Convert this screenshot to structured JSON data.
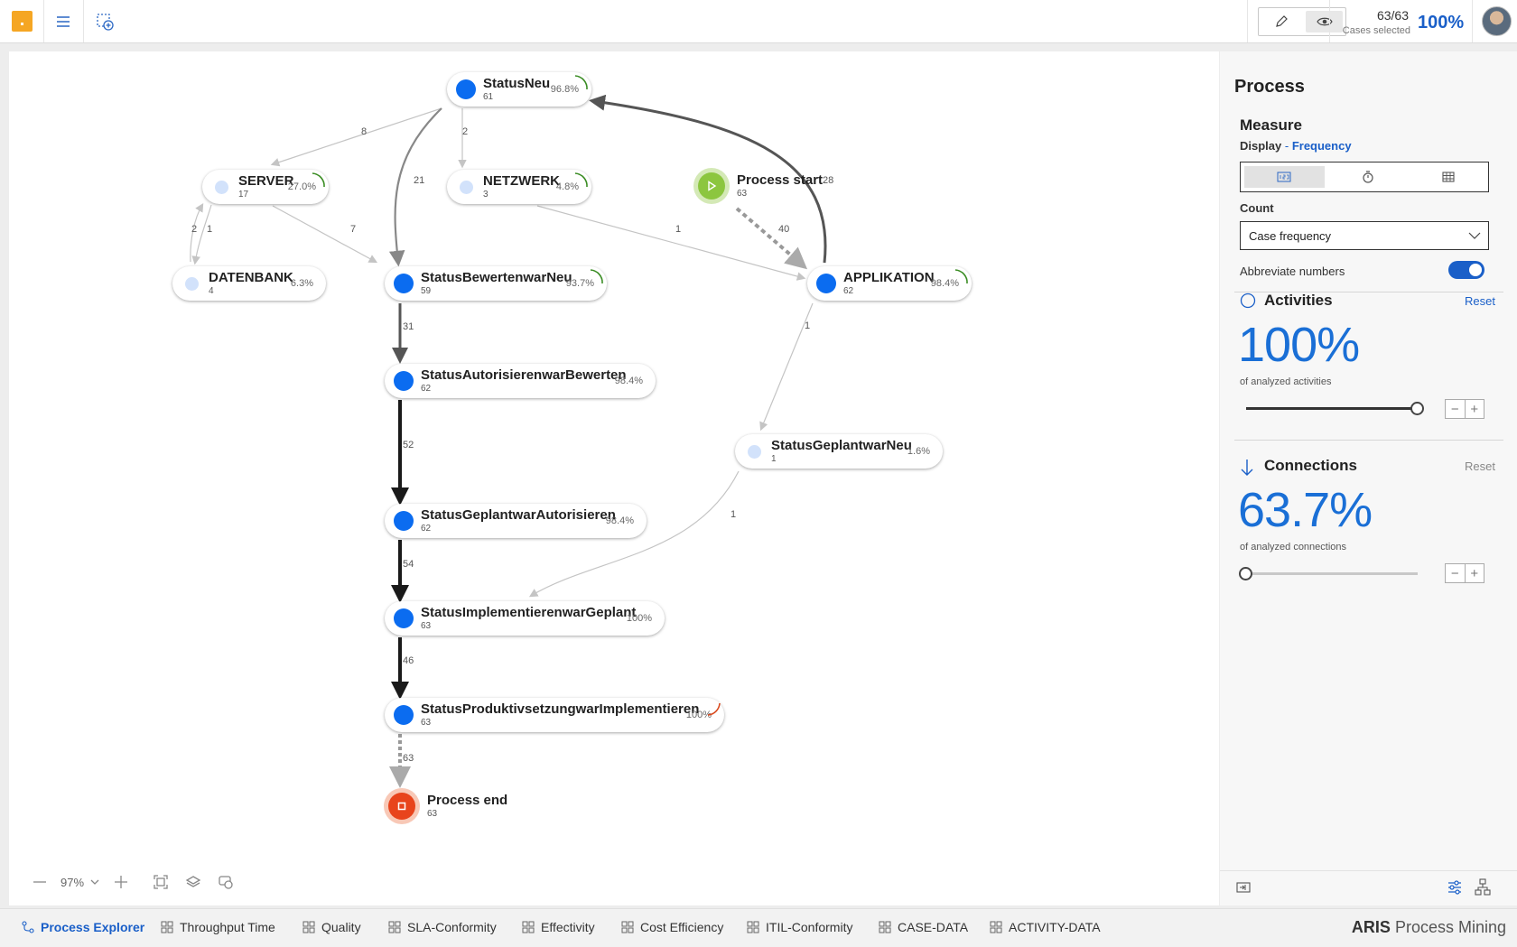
{
  "topbar": {
    "cases_count": "63/63",
    "cases_label": "Cases selected",
    "cases_percent": "100%"
  },
  "graph": {
    "nodes": [
      {
        "id": "StatusNeu",
        "name": "StatusNeu",
        "count": "61",
        "percent": "96.8%",
        "frequent": true
      },
      {
        "id": "SERVER",
        "name": "SERVER",
        "count": "17",
        "percent": "27.0%",
        "frequent": false
      },
      {
        "id": "NETZWERK",
        "name": "NETZWERK",
        "count": "3",
        "percent": "4.8%",
        "frequent": false
      },
      {
        "id": "DATENBANK",
        "name": "DATENBANK",
        "count": "4",
        "percent": "6.3%",
        "frequent": false
      },
      {
        "id": "StatusBewertenwarNeu",
        "name": "StatusBewertenwarNeu",
        "count": "59",
        "percent": "93.7%",
        "frequent": true
      },
      {
        "id": "APPLIKATION",
        "name": "APPLIKATION",
        "count": "62",
        "percent": "98.4%",
        "frequent": true
      },
      {
        "id": "StatusAutorisierenwarBewerten",
        "name": "StatusAutorisierenwarBewerten",
        "count": "62",
        "percent": "98.4%",
        "frequent": true
      },
      {
        "id": "StatusGeplantwarNeu",
        "name": "StatusGeplantwarNeu",
        "count": "1",
        "percent": "1.6%",
        "frequent": false
      },
      {
        "id": "StatusGeplantwarAutorisieren",
        "name": "StatusGeplantwarAutorisieren",
        "count": "62",
        "percent": "98.4%",
        "frequent": true
      },
      {
        "id": "StatusImplementierenwarGeplant",
        "name": "StatusImplementierenwarGeplant",
        "count": "63",
        "percent": "100%",
        "frequent": true
      },
      {
        "id": "StatusProduktivsetzungwarImplementieren",
        "name": "StatusProduktivsetzungwarImplementieren",
        "count": "63",
        "percent": "100%",
        "frequent": true
      }
    ],
    "process_start": {
      "name": "Process start",
      "count": "63"
    },
    "process_end": {
      "name": "Process end",
      "count": "63"
    },
    "edges": [
      {
        "from": "StatusNeu",
        "to": "SERVER",
        "label": "8"
      },
      {
        "from": "StatusNeu",
        "to": "NETZWERK",
        "label": "2"
      },
      {
        "from": "StatusNeu",
        "to": "StatusBewertenwarNeu",
        "label": "21"
      },
      {
        "from": "APPLIKATION",
        "to": "StatusNeu",
        "label": "28"
      },
      {
        "from": "Process start",
        "to": "APPLIKATION",
        "label": "40"
      },
      {
        "from": "DATENBANK",
        "to": "SERVER",
        "label": "2"
      },
      {
        "from": "SERVER",
        "to": "DATENBANK",
        "label": "1"
      },
      {
        "from": "SERVER",
        "to": "StatusBewertenwarNeu",
        "label": "7"
      },
      {
        "from": "NETZWERK",
        "to": "APPLIKATION",
        "label": "1"
      },
      {
        "from": "StatusBewertenwarNeu",
        "to": "StatusAutorisierenwarBewerten",
        "label": "31"
      },
      {
        "from": "APPLIKATION",
        "to": "StatusGeplantwarNeu",
        "label": "1"
      },
      {
        "from": "StatusAutorisierenwarBewerten",
        "to": "StatusGeplantwarAutorisieren",
        "label": "52"
      },
      {
        "from": "StatusGeplantwarNeu",
        "to": "StatusImplementierenwarGeplant",
        "label": "1"
      },
      {
        "from": "StatusGeplantwarAutorisieren",
        "to": "StatusImplementierenwarGeplant",
        "label": "54"
      },
      {
        "from": "StatusImplementierenwarGeplant",
        "to": "StatusProduktivsetzungwarImplementieren",
        "label": "46"
      },
      {
        "from": "StatusProduktivsetzungwarImplementieren",
        "to": "Process end",
        "label": "63"
      }
    ]
  },
  "zoom": {
    "level": "97%"
  },
  "panel": {
    "title": "Process",
    "measure": {
      "heading": "Measure",
      "display_label": "Display",
      "display_sep": " - ",
      "display_value": "Frequency",
      "count_label": "Count",
      "count_value": "Case frequency",
      "abbreviate_label": "Abbreviate numbers",
      "abbreviate_on": true
    },
    "activities": {
      "heading": "Activities",
      "reset": "Reset",
      "value": "100%",
      "sub": "of analyzed activities",
      "slider_fraction": 1.0
    },
    "connections": {
      "heading": "Connections",
      "reset": "Reset",
      "value": "63.7%",
      "sub": "of analyzed connections",
      "slider_fraction": 0.0
    }
  },
  "tabs": [
    {
      "label": "Process Explorer",
      "active": true
    },
    {
      "label": "Throughput Time",
      "active": false
    },
    {
      "label": "Quality",
      "active": false
    },
    {
      "label": "SLA-Conformity",
      "active": false
    },
    {
      "label": "Effectivity",
      "active": false
    },
    {
      "label": "Cost Efficiency",
      "active": false
    },
    {
      "label": "ITIL-Conformity",
      "active": false
    },
    {
      "label": "CASE-DATA",
      "active": false
    },
    {
      "label": "ACTIVITY-DATA",
      "active": false
    }
  ],
  "brand": {
    "bold": "ARIS",
    "rest": " Process Mining"
  },
  "colors": {
    "accent": "#1a5fc8",
    "node": "#0b6cf0",
    "start": "#8cc63f",
    "end": "#e8441c"
  }
}
